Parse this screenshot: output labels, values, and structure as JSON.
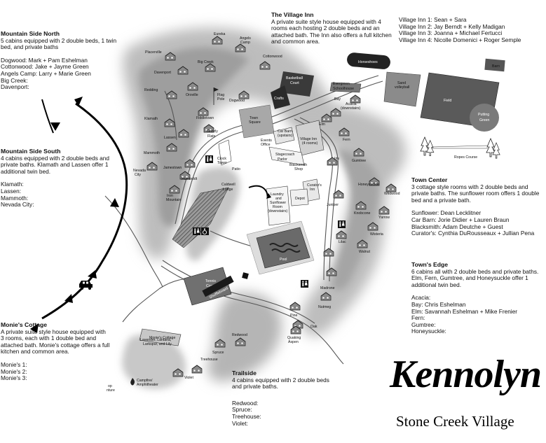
{
  "sections": {
    "mountain_north": {
      "title": "Mountain Side North",
      "desc": "5 cabins equipped with 2 double beds, 1 twin bed, and private baths",
      "rows": [
        "Dogwood: Mark + Pam Eshelman",
        "Cottonwood: Jake + Jayme Green",
        "Angels Camp: Larry + Marie Green",
        "Big Creek:",
        "Davenport:"
      ]
    },
    "mountain_south": {
      "title": "Mountain Side South",
      "desc": "4 cabins equipped with 2 double beds and private baths. Klamath and Lassen offer 1 additional twin bed.",
      "rows": [
        "Klamath:",
        "Lassen:",
        "Mammoth:",
        "Nevada City:"
      ]
    },
    "village_inn": {
      "title": "The Village Inn",
      "desc": "A private suite style house equipped with 4 rooms each hosting 2 double beds and an attached bath.  The Inn also offers a full kitchen and common area.",
      "rows": [
        "Village Inn 1: Sean + Sara",
        "Village Inn 2: Jay Berndt + Kelly Madigan",
        "Village Inn 3: Joanna + Michael Fertucci",
        "Village Inn 4: Nicolle Domenici + Roger Semple"
      ]
    },
    "town_center": {
      "title": "Town Center",
      "desc": "3 cottage style rooms with 2 double beds and private baths. The sunflower room offers 1 double bed and a private bath.",
      "rows": [
        "Sunflower: Dean Lecklitner",
        "Car Barn: Jorie Didier + Lauren Braun",
        "Blacksmith: Adam Deutche + Guest",
        "Curator's: Cynthia DuRousseaux + Jullian Pena"
      ]
    },
    "towns_edge": {
      "title": "Town's Edge",
      "desc": "6 cabins all with 2 double beds and private baths. Elm, Fern, Gumtree, and Honeysuckle offer 1 additional twin bed.",
      "rows": [
        "Acacia:",
        "Bay: Chris Eshelman",
        "Elm: Savannah Eshelman + Mike Frenier",
        "Fern:",
        "Gumtree:",
        "Honeysuckle:"
      ]
    },
    "monies": {
      "title": "Monie's Cottage",
      "desc": "A private suite style house equipped with 3 rooms, each with 1 double bed and attached bath. Monie's cottage offers a full kitchen and common area.",
      "rows": [
        "Monie's 1:",
        "Monie's 2:",
        "Monie's 3:"
      ]
    },
    "trailside": {
      "title": "Trailside",
      "desc": "4 cabins equipped with 2 double beds and private baths.",
      "rows": [
        "Redwood:",
        "Spruce:",
        "Treehouse:",
        "Violet:"
      ]
    }
  },
  "logo": {
    "name": "Kennolyn",
    "sub": "Stone Creek Village"
  },
  "map": {
    "facilities": {
      "horseshoes": "Horseshoes",
      "barn": "Barn",
      "sand_vb_1": "Sand",
      "sand_vb_2": "volleyball",
      "field": "Field",
      "putting_1": "Putting",
      "putting_2": "Green",
      "ropes": "Ropes Course",
      "basketball_1": "Basketball",
      "basketball_2": "Court",
      "crafts": "Crafts",
      "evergreen_1": "Evergreen",
      "evergreen_2": "Schoolhouse",
      "acacia": "Acacia",
      "downstairs": "(downstairs)",
      "town_square_1": "Town",
      "town_square_2": "Square",
      "flag_1": "Flag",
      "flag_2": "Pole",
      "clock_1": "Clock",
      "clock_2": "Tower",
      "caldwell_1": "Caldwell",
      "caldwell_2": "Lodge",
      "patio": "Patio",
      "car_barn_1": "Car Barn",
      "car_barn_2": "(upstairs)",
      "events_1": "Events",
      "events_2": "Office",
      "stagecoach_1": "Stagecoach",
      "stagecoach_2": "Parlor",
      "village_inn_1": "Village Inn",
      "village_inn_2": "(4 rooms)",
      "blacksmith_1": "Blacksmith",
      "blacksmith_2": "Shop",
      "curators_1": "Curator's",
      "curators_2": "Inn",
      "depot": "Depot",
      "laundry_1": "Laundry",
      "laundry_2": "and",
      "laundry_3": "Sunflower",
      "laundry_4": "Room",
      "laundry_5": "(downstairs)",
      "pool": "Pool",
      "tennis_1": "Tennis",
      "tennis_2": "Court",
      "shuffleboard": "Shuffleboard",
      "monies_cottage": "Monie's Cottage",
      "monies_rooms_1": "Lavender, Lantana,",
      "monies_rooms_2": "Larkspur, and Lily",
      "campfire_1": "Campfire/",
      "campfire_2": "Amphitheater",
      "op_1": "op",
      "op_2": "nture"
    },
    "cabins": {
      "placerville": "Placerville",
      "eureka": "Eureka",
      "angels_camp_1": "Angels",
      "angels_camp_2": "Camp",
      "cottonwood": "Cottonwood",
      "big_creek": "Big Creek",
      "davenport": "Davenport",
      "redding": "Redding",
      "oroville": "Oroville",
      "dogwood": "Dogwood",
      "fiddletown": "Fiddletown",
      "klamath": "Klamath",
      "grizzly_1": "Grizzly",
      "grizzly_2": "Flats",
      "lassen": "Lassen",
      "mammoth": "Mammoth",
      "jamestown": "Jamestown",
      "humboldt": "Humboldt",
      "nevada_city_1": "Nevada",
      "nevada_city_2": "City",
      "iron_mountain_1": "Iron",
      "iron_mountain_2": "Mountain",
      "bay": "Bay",
      "elm": "Elm",
      "fern": "Fern",
      "iris": "Iris",
      "gumtree": "Gumtree",
      "honeysuckle": "Honeysuckle",
      "wildwood": "Wildwood",
      "juniper": "Juniper",
      "knobcone": "Knobcone",
      "yarrow": "Yarrow",
      "lilac": "Lilac",
      "walnut": "Walnut",
      "wisteria": "Wisteria",
      "madrone": "Madrone",
      "nutmeg": "Nutmeg",
      "pine": "Pine",
      "oak": "Oak",
      "quaking_1": "Quaking",
      "quaking_2": "Aspen",
      "redwood": "Redwood",
      "spruce": "Spruce",
      "treehouse": "Treehouse",
      "violet": "Violet"
    }
  }
}
